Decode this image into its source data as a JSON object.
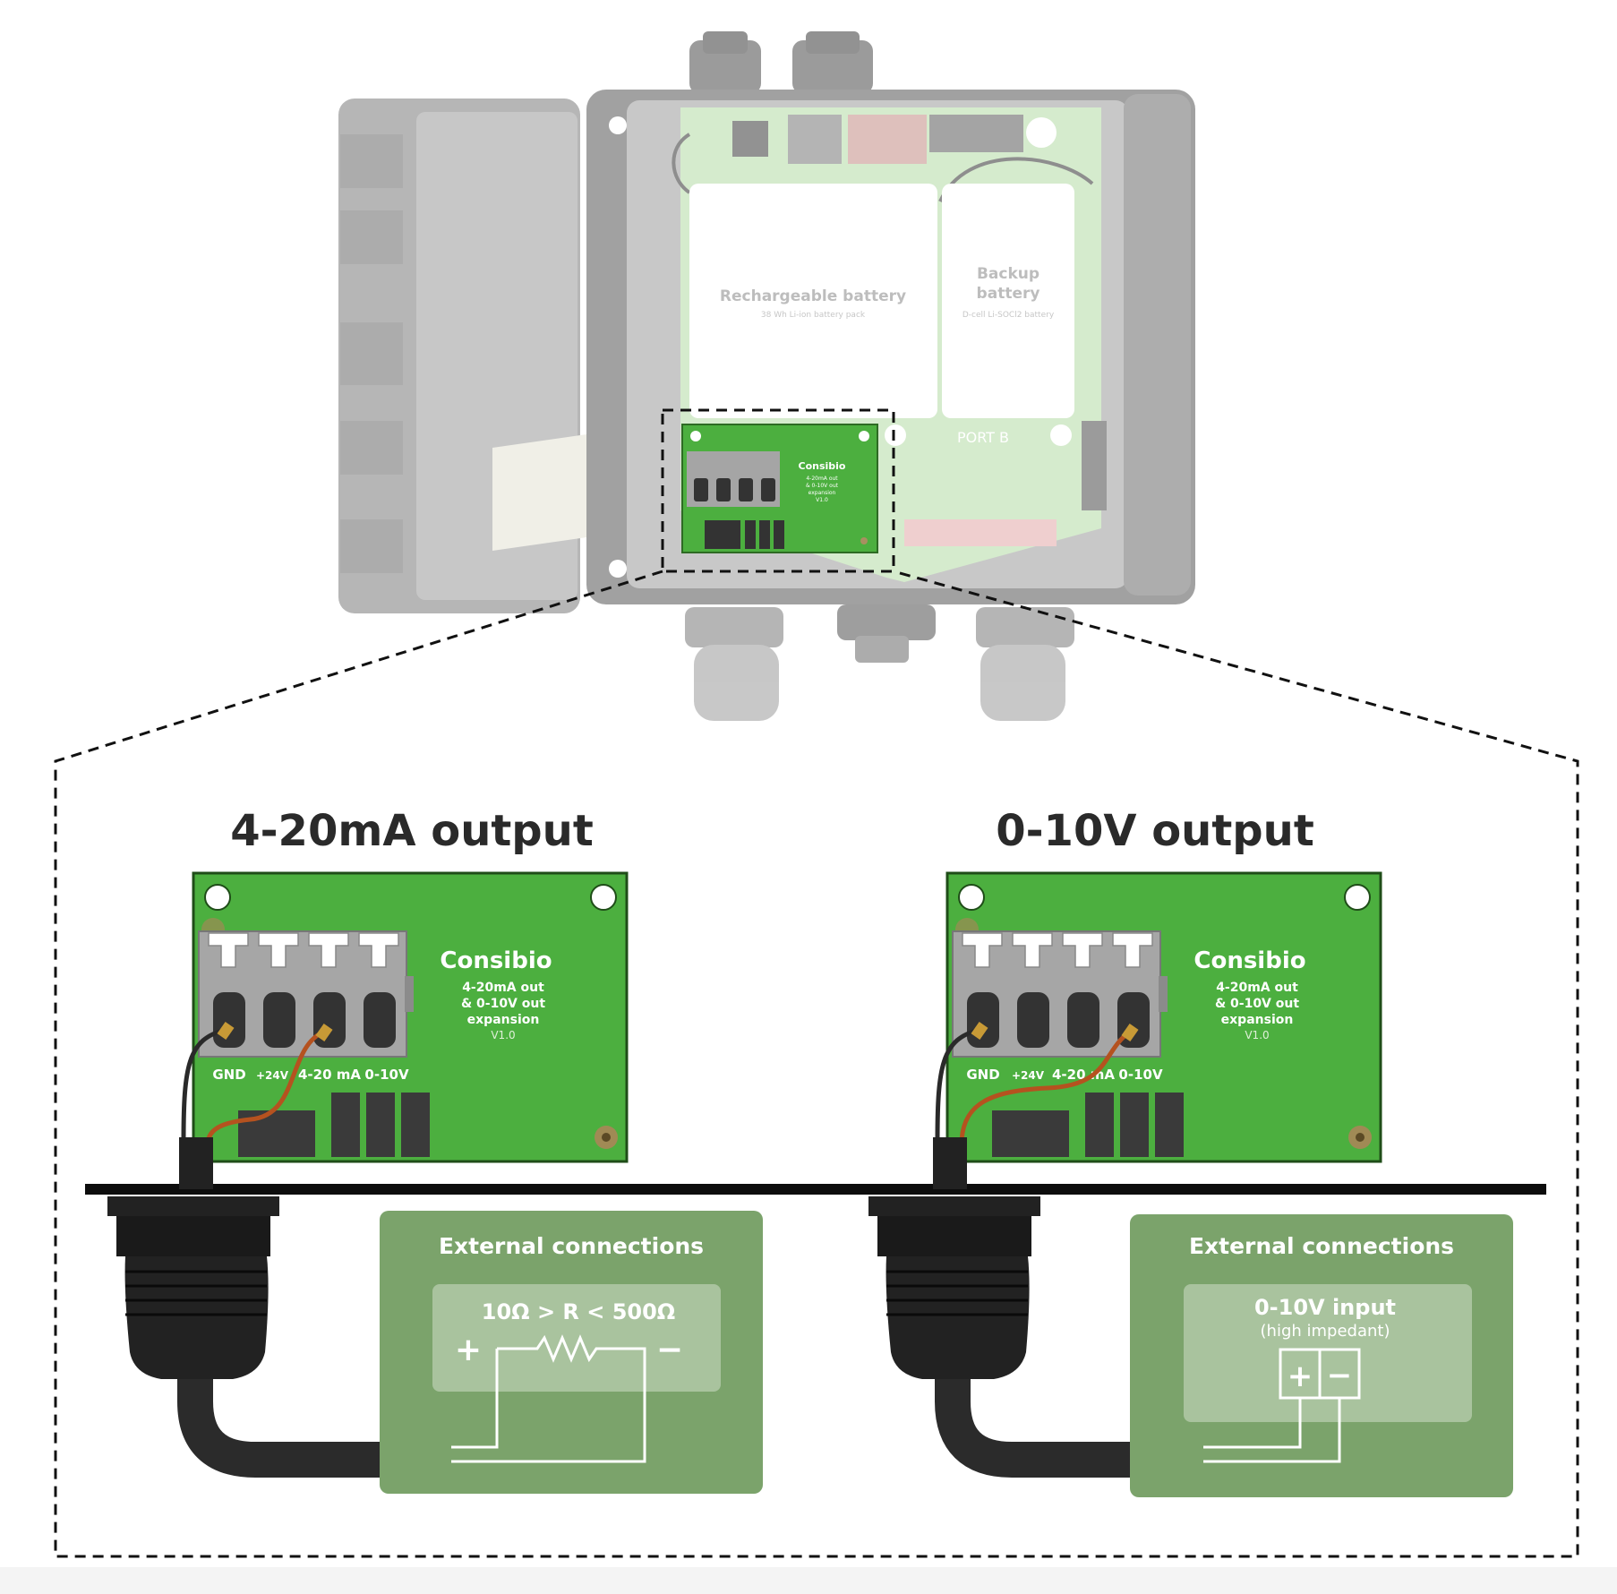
{
  "enclosure": {
    "rechargeable_title": "Rechargeable battery",
    "rechargeable_sub": "38 Wh Li-ion battery pack",
    "backup_line1": "Backup",
    "backup_line2": "battery",
    "backup_sub": "D-cell Li-SOCl2 battery",
    "port_label": "PORT B"
  },
  "board": {
    "brand": "Consibio",
    "line1": "4-20mA out",
    "line2": "& 0-10V out",
    "line3": "expansion",
    "version": "V1.0",
    "terminals": [
      "GND",
      "+24V",
      "4-20 mA",
      "0-10V"
    ]
  },
  "panels": [
    {
      "title": "4-20mA output",
      "ext_title": "External connections",
      "load_label": "10Ω > R < 500Ω",
      "plus": "+",
      "minus": "−"
    },
    {
      "title": "0-10V output",
      "ext_title": "External connections",
      "input_title": "0-10V input",
      "input_sub": "(high impedant)",
      "plus": "+",
      "minus": "−"
    }
  ],
  "colors": {
    "pcb": "#4caf3f",
    "ext_box": "#7ba36b",
    "wire_brown": "#b5521f",
    "cable": "#2a2a2a"
  }
}
